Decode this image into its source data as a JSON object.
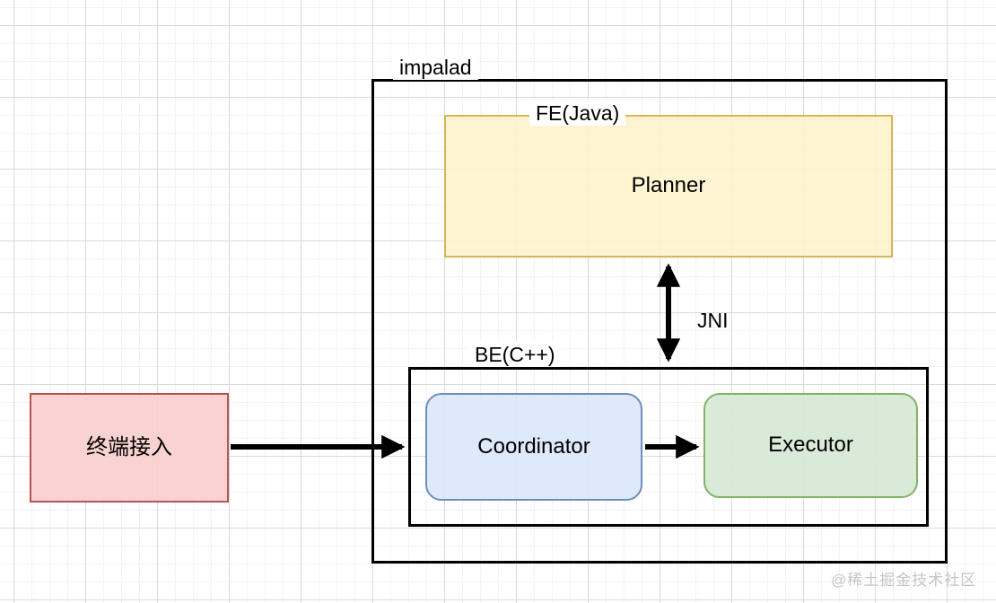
{
  "diagram": {
    "impalad_label": "impalad",
    "fe_group_label": "FE(Java)",
    "planner_label": "Planner",
    "jni_label": "JNI",
    "be_group_label": "BE(C++)",
    "coordinator_label": "Coordinator",
    "executor_label": "Executor",
    "terminal_label": "终端接入"
  },
  "watermark": "@稀土掘金技术社区",
  "colors": {
    "fe_fill": "#fff2cc",
    "fe_border": "#d6b656",
    "coordinator_fill": "#dae8fc",
    "coordinator_border": "#6c8ebf",
    "executor_fill": "#d5e8d4",
    "executor_border": "#82b366",
    "terminal_fill": "#f8cecc",
    "terminal_border": "#b85450",
    "container_border": "#000000",
    "arrow": "#000000",
    "grid_minor": "#f3f3f3",
    "grid_major": "#dadada",
    "watermark_text": "#c5c5c5"
  }
}
